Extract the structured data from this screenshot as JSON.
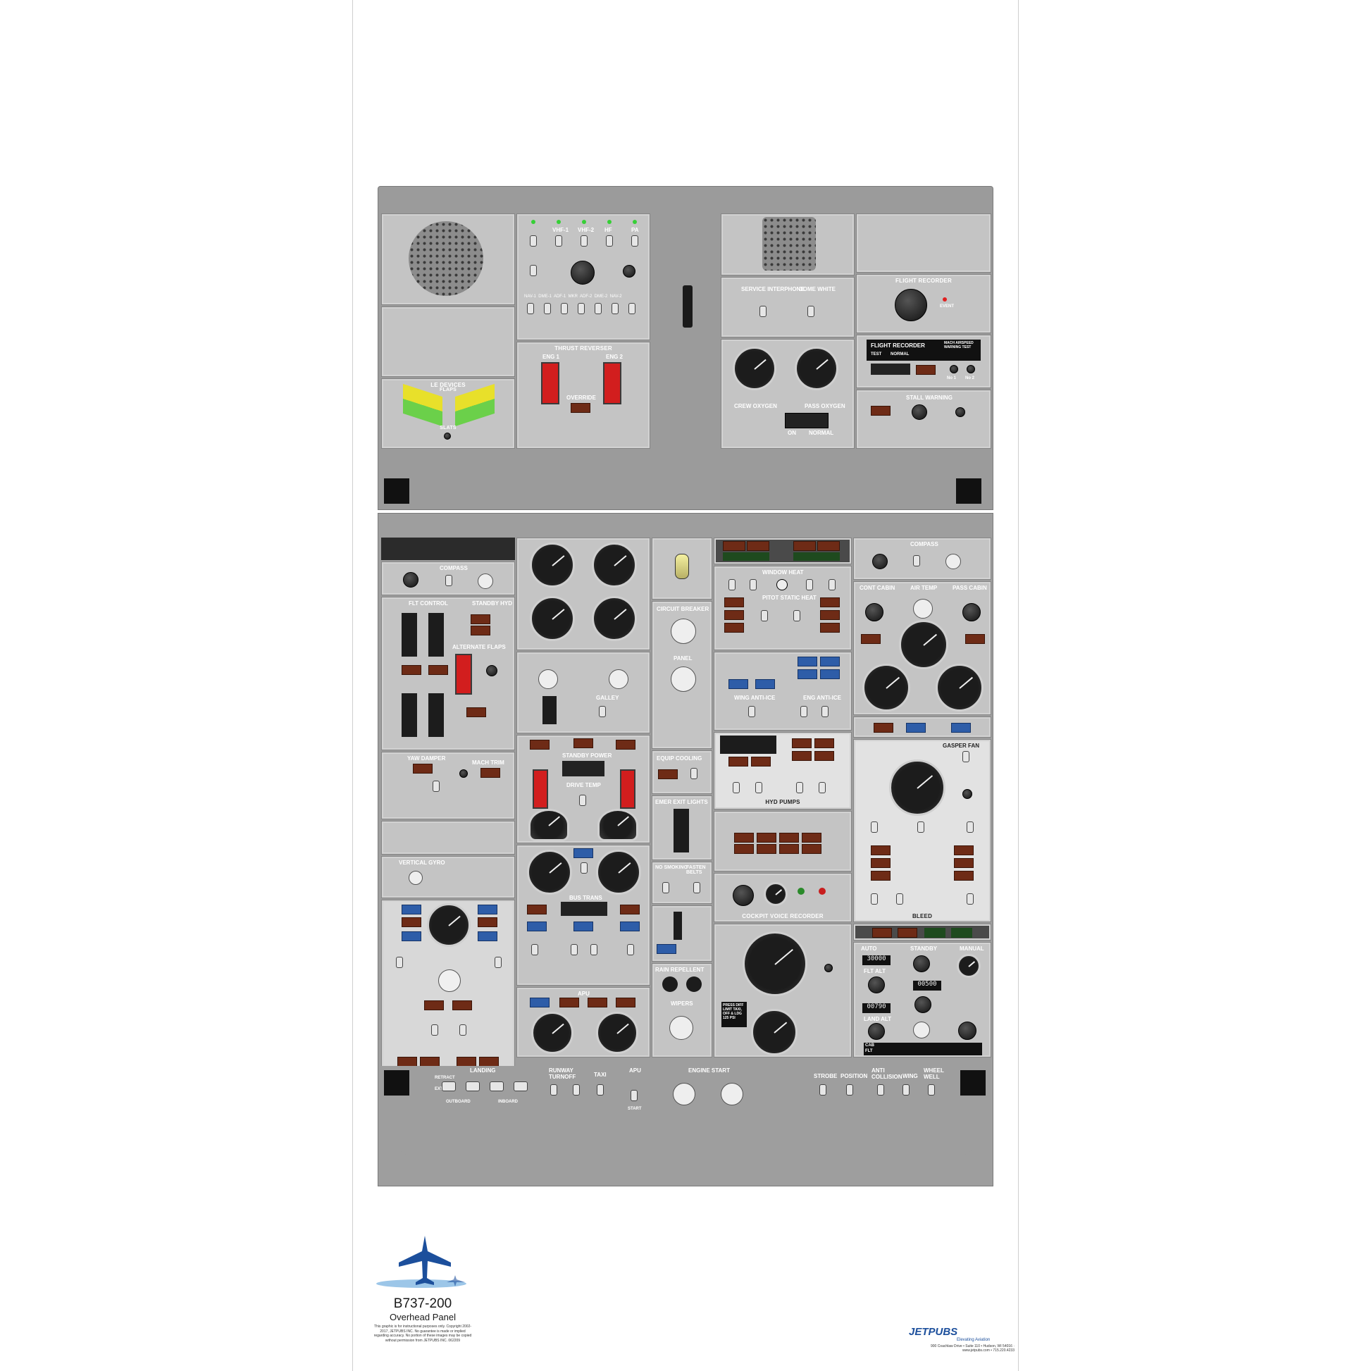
{
  "panel": {
    "top": {
      "flight_recorder_label": "FLIGHT RECORDER",
      "event_label": "EVENT",
      "flight_recorder_box_title": "FLIGHT RECORDER",
      "test_label": "TEST",
      "normal_label": "NORMAL",
      "mach_warning_label": "MACH AIRSPEED WARNING TEST",
      "no1_label": "No 1",
      "no2_label": "No 2",
      "stall_warning_label": "STALL WARNING",
      "service_interphone_label": "SERVICE INTERPHONE",
      "dome_white_label": "DOME WHITE",
      "crew_oxygen_label": "CREW OXYGEN",
      "pass_oxygen_label": "PASS OXYGEN",
      "on_label": "ON",
      "normal2_label": "NORMAL",
      "thrust_reverser_label": "THRUST REVERSER",
      "eng1_label": "ENG 1",
      "eng2_label": "ENG 2",
      "override_label": "OVERRIDE",
      "le_devices_label": "LE DEVICES",
      "flaps_label": "FLAPS",
      "slats_label": "SLATS",
      "audio_labels": [
        "VHF-1",
        "VHF-2",
        "HF",
        "PA"
      ],
      "nav_labels": [
        "NAV-1",
        "DME-1",
        "ADF-1",
        "MKR",
        "ADF-2",
        "DME-2",
        "NAV-2"
      ]
    },
    "middle": {
      "compass_label": "COMPASS",
      "flt_control_label": "FLT CONTROL",
      "standby_hyd_label": "STANDBY HYD",
      "alternate_flaps_label": "ALTERNATE FLAPS",
      "yaw_damper_label": "YAW DAMPER",
      "mach_trim_label": "MACH TRIM",
      "vertical_gyro_label": "VERTICAL GYRO",
      "circuit_breaker_label": "CIRCUIT BREAKER",
      "panel_label": "PANEL",
      "equip_cooling_label": "EQUIP COOLING",
      "emer_exit_lights_label": "EMER EXIT LIGHTS",
      "no_smoking_label": "NO SMOKING",
      "fasten_belts_label": "FASTEN BELTS",
      "rain_repellent_label": "RAIN REPELLENT",
      "wipers_label": "WIPERS",
      "window_heat_label": "WINDOW HEAT",
      "pitot_static_label": "PITOT STATIC HEAT",
      "wing_anti_ice_label": "WING ANTI-ICE",
      "eng_anti_ice_label": "ENG ANTI-ICE",
      "hyd_pumps_label": "HYD PUMPS",
      "standby_power_label": "STANDBY POWER",
      "drive_temp_label": "DRIVE TEMP",
      "bus_trans_label": "BUS TRANS",
      "apu_label": "APU",
      "galley_label": "GALLEY",
      "cockpit_voice_recorder_label": "COCKPIT VOICE RECORDER",
      "cont_cabin_label": "CONT CABIN",
      "air_temp_label": "AIR TEMP",
      "pass_cabin_label": "PASS CABIN",
      "gasper_fan_label": "GASPER FAN",
      "bleed_label": "BLEED",
      "flt_alt_value": "30000",
      "land_alt_value": "00790",
      "cabin_value": "00500",
      "flt_alt_label": "FLT ALT",
      "land_alt_label": "LAND ALT",
      "auto_label": "AUTO",
      "standby_label": "STANDBY",
      "manual_label": "MANUAL",
      "cab_label": "CAB",
      "flt_label": "FLT",
      "press_diff_note": "PRESS DIFF LIMIT TAXI, OFF & LDG 125 PSI"
    },
    "bottom": {
      "landing_label": "LANDING",
      "runway_turnoff_label": "RUNWAY TURNOFF",
      "taxi_label": "TAXI",
      "apu_label": "APU",
      "engine_start_label": "ENGINE START",
      "strobe_label": "STROBE",
      "position_label": "POSITION",
      "anti_collision_label": "ANTI COLLISION",
      "wing_label": "WING",
      "wheel_well_label": "WHEEL WELL",
      "retract_label": "RETRACT",
      "extend_label": "EXTEND",
      "outboard_label": "OUTBOARD",
      "inboard_label": "INBOARD",
      "start_label": "START"
    }
  },
  "footer": {
    "model": "B737-200",
    "subtitle": "Overhead Panel",
    "fine_print": "This graphic is for instructional purposes only. Copyright 2002-2017, JETPUBS INC. No guarantee is made or implied regarding accuracy. No portion of these images may be copied without permission from JETPUBS INC. 062209",
    "brand": "JETPUBS",
    "tagline": "Elevating Aviation",
    "address": "900 Coachlaw Drive • Suite 110 • Hudson, WI 54016 · www.jetpubs.com • 715.220.4233"
  },
  "colors": {
    "panel_gray": "#c4c4c4",
    "panel_frame": "#9b9b9b",
    "annunciator_amber": "#6e2b16",
    "annunciator_blue": "#2e5da8",
    "guard_red": "#d21e1e",
    "brand_blue": "#1c4f9c"
  }
}
